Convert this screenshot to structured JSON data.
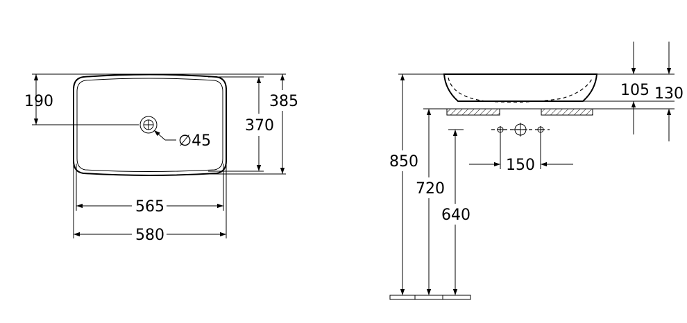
{
  "top_view": {
    "dim_190": "190",
    "dim_385": "385",
    "dim_370": "370",
    "dim_diameter": "∅45",
    "dim_565": "565",
    "dim_580": "580"
  },
  "side_view": {
    "dim_850": "850",
    "dim_720": "720",
    "dim_640": "640",
    "dim_150": "150",
    "dim_105": "105",
    "dim_130": "130"
  }
}
